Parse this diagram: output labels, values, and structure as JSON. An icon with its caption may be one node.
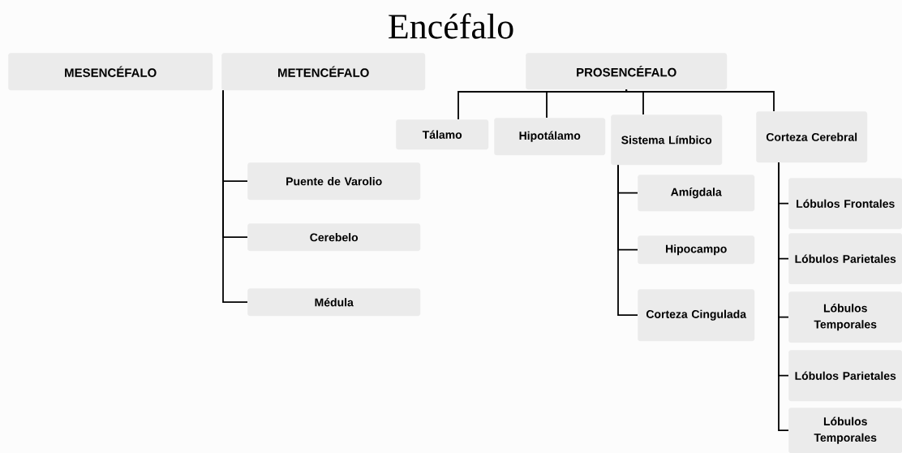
{
  "diagram": {
    "title": "Encéfalo",
    "nodes": [
      {
        "text": [
          "MESENCÉFALO"
        ]
      },
      {
        "text": [
          "METENCÉFALO"
        ]
      },
      {
        "text": [
          "PROSENCÉFALO"
        ]
      },
      {
        "text": [
          "Tálamo"
        ]
      },
      {
        "text": [
          "Hipotálamo"
        ]
      },
      {
        "text": [
          "Sistema Límbico"
        ]
      },
      {
        "text": [
          "Corteza Cerebral"
        ]
      },
      {
        "text": [
          "Puente de Varolio"
        ]
      },
      {
        "text": [
          "Cerebelo"
        ]
      },
      {
        "text": [
          "Médula"
        ]
      },
      {
        "text": [
          "Amígdala"
        ]
      },
      {
        "text": [
          "Hipocampo"
        ]
      },
      {
        "text": [
          "Corteza Cingulada"
        ]
      },
      {
        "text": [
          "Lóbulos Frontales"
        ]
      },
      {
        "text": [
          "Lóbulos Parietales"
        ]
      },
      {
        "text": [
          "Lóbulos Temporales"
        ]
      },
      {
        "text": [
          "Lóbulos Parietales"
        ]
      },
      {
        "text": [
          "Lóbulos Temporales"
        ]
      }
    ],
    "edges": [
      {
        "from": 1,
        "to": 7,
        "arrow": "none"
      },
      {
        "from": 1,
        "to": 8,
        "arrow": "none"
      },
      {
        "from": 1,
        "to": 9,
        "arrow": "none"
      },
      {
        "from": 2,
        "to": 3,
        "arrow": "none"
      },
      {
        "from": 2,
        "to": 4,
        "arrow": "none"
      },
      {
        "from": 2,
        "to": 5,
        "arrow": "none"
      },
      {
        "from": 2,
        "to": 6,
        "arrow": "none"
      },
      {
        "from": 5,
        "to": 10,
        "arrow": "none"
      },
      {
        "from": 5,
        "to": 11,
        "arrow": "none"
      },
      {
        "from": 5,
        "to": 12,
        "arrow": "none"
      },
      {
        "from": 6,
        "to": 13,
        "arrow": "none"
      },
      {
        "from": 6,
        "to": 14,
        "arrow": "none"
      },
      {
        "from": 6,
        "to": 15,
        "arrow": "none"
      },
      {
        "from": 6,
        "to": 16,
        "arrow": "none"
      },
      {
        "from": 6,
        "to": 17,
        "arrow": "none"
      }
    ]
  }
}
